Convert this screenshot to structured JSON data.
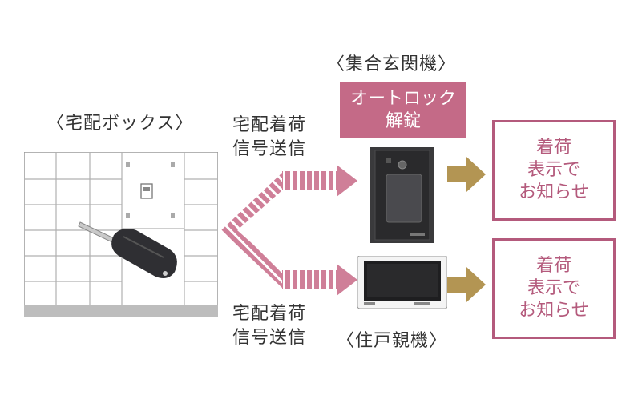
{
  "delivery_box": {
    "label": "〈宅配ボックス〉"
  },
  "entrance_unit": {
    "label": "〈集合玄関機〉",
    "badge_line1": "オートロック",
    "badge_line2": "解錠"
  },
  "home_unit": {
    "label": "〈住戸親機〉"
  },
  "signal_top": {
    "line1": "宅配着荷",
    "line2": "信号送信"
  },
  "signal_bottom": {
    "line1": "宅配着荷",
    "line2": "信号送信"
  },
  "notice_top": {
    "line1": "着荷",
    "line2": "表示で",
    "line3": "お知らせ"
  },
  "notice_bottom": {
    "line1": "着荷",
    "line2": "表示で",
    "line3": "お知らせ"
  },
  "colors": {
    "accent_pink": "#c46a87",
    "notice_border": "#b45a7c",
    "gold_arrow": "#b39553"
  }
}
